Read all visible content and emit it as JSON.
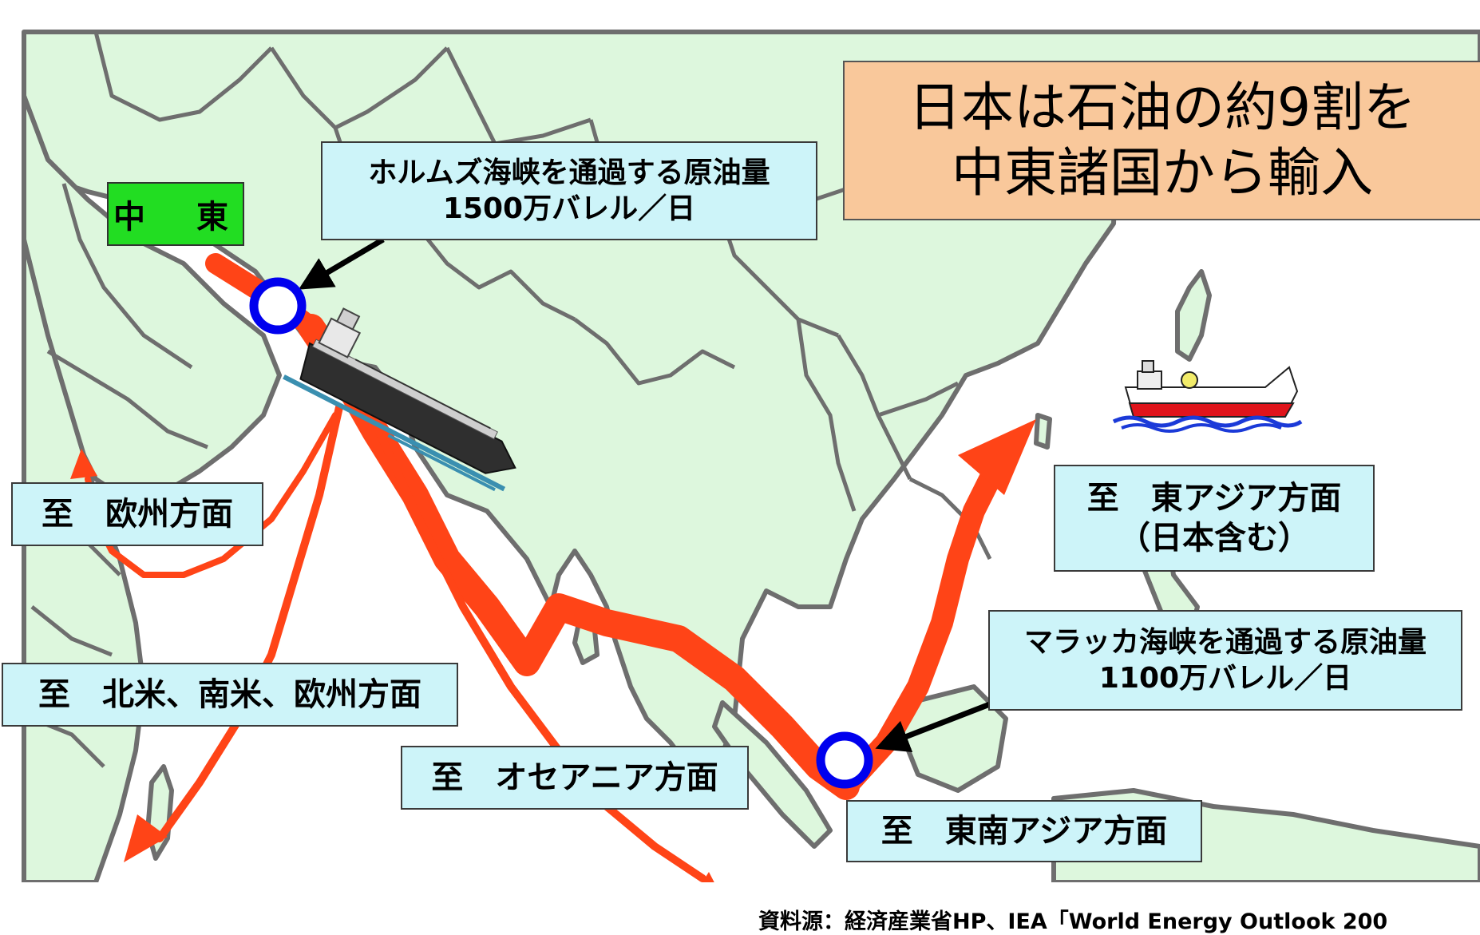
{
  "colors": {
    "land": "#ddf7dd",
    "sea": "#ffffff",
    "borders": "#6e6e6e",
    "route": "#ff4417",
    "strait_marker_fill": "#ffffff",
    "strait_marker_ring": "#0000ee",
    "label_box": "#cdf4f9",
    "headline_box": "#f9c89b",
    "middle_east_box": "#22dd22"
  },
  "headline": {
    "line1": "日本は石油の約9割を",
    "line2": "中東諸国から輸入"
  },
  "middle_east_label": "中　東",
  "hormuz": {
    "line1": "ホルムズ海峡を通過する原油量",
    "line2": "1500万バレル／日"
  },
  "malacca": {
    "line1": "マラッカ海峡を通過する原油量",
    "line2": "1100万バレル／日"
  },
  "destinations": {
    "europe": "至　欧州方面",
    "americas": "至　北米、南米、欧州方面",
    "oceania": "至　オセアニア方面",
    "southeast_asia": "至　東南アジア方面",
    "east_asia_line1": "至　東アジア方面",
    "east_asia_line2": "（日本含む）"
  },
  "source": "資料源：経済産業省HP、IEA「World Energy Outlook 200",
  "icons": {
    "tanker": "oil-tanker-icon",
    "cargo_ship": "cargo-ship-icon",
    "strait_marker": "strait-marker-icon",
    "pointer_arrow": "pointer-arrow-icon"
  }
}
